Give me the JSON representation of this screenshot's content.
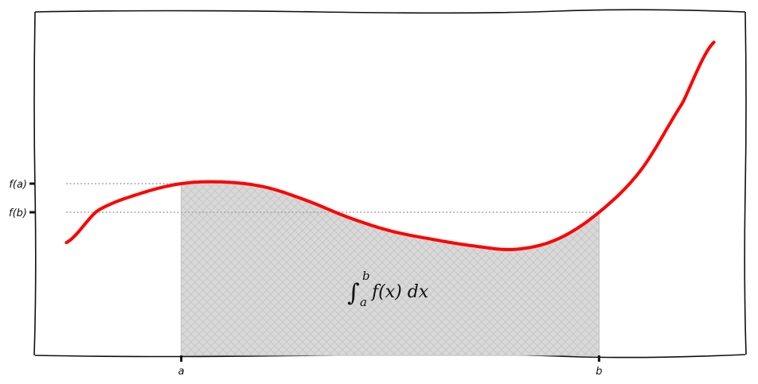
{
  "chart_data": {
    "type": "line",
    "title": "",
    "xlabel": "",
    "ylabel": "",
    "x_ticks": [
      {
        "x": 3.5,
        "label": "a"
      },
      {
        "x": 13.5,
        "label": "b"
      }
    ],
    "y_ticks": [
      {
        "y": 4.4,
        "label": "f(a)"
      },
      {
        "y": 3.55,
        "label": "f(b)"
      }
    ],
    "xlim": [
      0,
      17
    ],
    "ylim": [
      -0.7,
      9.5
    ],
    "series": [
      {
        "color": "#ff0000",
        "x": [
          0.75,
          1.5,
          2.5,
          3.5,
          4.5,
          5.5,
          6.5,
          7.5,
          8.5,
          9.5,
          10.5,
          11.5,
          12.5,
          13.5,
          14.5,
          15.5,
          16.25
        ],
        "y": [
          2.65,
          3.6,
          4.1,
          4.4,
          4.45,
          4.3,
          3.9,
          3.4,
          3.0,
          2.75,
          2.55,
          2.45,
          2.75,
          3.55,
          4.8,
          6.8,
          8.6
        ]
      }
    ],
    "shaded_region": {
      "from": "a",
      "to": "b",
      "color": "#d9d9d9",
      "label_text": "f(x) dx",
      "label_upper": "b",
      "label_lower": "a"
    },
    "reference_lines": [
      {
        "y": 4.4,
        "from_x": 0.75,
        "to_x": 3.5,
        "style": "dotted",
        "color": "#aaaaaa"
      },
      {
        "y": 3.55,
        "from_x": 0.75,
        "to_x": 13.5,
        "style": "dotted",
        "color": "#aaaaaa"
      }
    ],
    "grid": false,
    "legend": "none"
  }
}
